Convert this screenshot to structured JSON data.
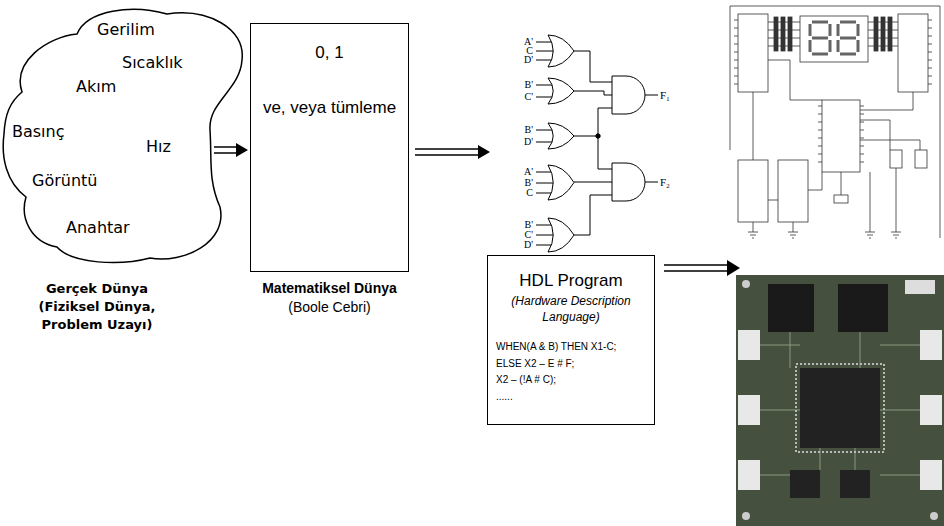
{
  "diagram": {
    "nodes": [
      {
        "text": [
          "Gerilim",
          "Sıcaklık",
          "Akım",
          "Basınç",
          "Hız",
          "Görüntü",
          "Anahtar",
          "Gerçek Dünya (Fiziksel Dünya, Problem Uzayı)"
        ]
      },
      {
        "text": [
          "0, 1",
          "ve, veya tümleme",
          "Matematiksel Dünya",
          "(Boole Cebri)"
        ]
      },
      {
        "text": [
          "A'",
          "C",
          "D'",
          "B'",
          "C'",
          "B'",
          "D'",
          "A'",
          "B'",
          "C",
          "B'",
          "C'",
          "D'",
          "F₁",
          "F₂"
        ]
      },
      {
        "text": [
          "HDL Program",
          "(Hardware Description Language)",
          "WHEN(A & B) THEN X1-C;",
          "ELSE X2 – E # F;",
          "X2 – (!A # C);",
          "......"
        ]
      }
    ],
    "edges": [
      {
        "from": 0,
        "to": 1,
        "arrow": "to"
      },
      {
        "from": 1,
        "to": 2,
        "arrow": "to"
      }
    ]
  }
}
